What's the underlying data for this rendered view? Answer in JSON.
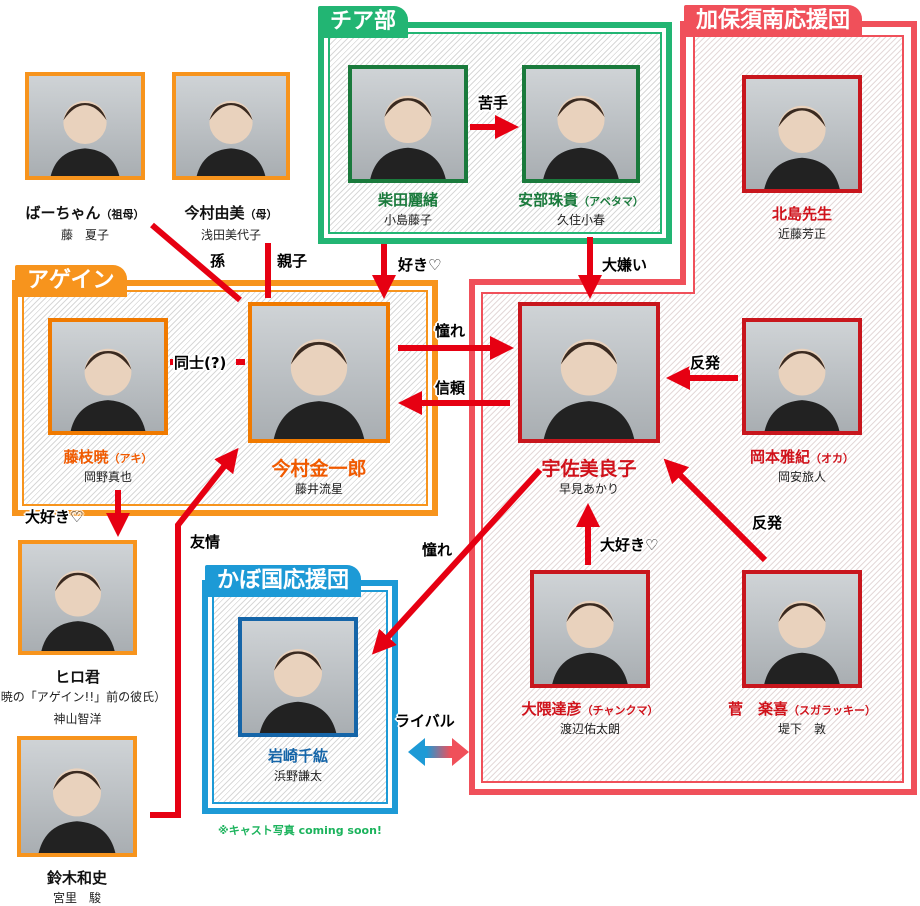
{
  "colors": {
    "cheer": "#22b573",
    "kahosu": "#f0505a",
    "again": "#f7941d",
    "kabo": "#1d9ad6",
    "arrow": "#e60012",
    "again_name": "#f05a00",
    "cheer_name": "#1a7a3c",
    "kahosu_name": "#d0121b",
    "kabo_name": "#1565a8"
  },
  "groups": {
    "cheer": "チア部",
    "kahosu": "加保須南応援団",
    "again": "アゲイン",
    "kabo": "かぼ国応援団"
  },
  "persons": [
    {
      "id": "baachan",
      "name": "ばーちゃん",
      "role": "（祖母）",
      "actor": "藤　夏子",
      "group": "family"
    },
    {
      "id": "yumi",
      "name": "今村由美",
      "role": "（母）",
      "actor": "浅田美代子",
      "group": "family"
    },
    {
      "id": "shibata",
      "name": "柴田麗緒",
      "role": "",
      "actor": "小島藤子",
      "group": "cheer"
    },
    {
      "id": "abe",
      "name": "安部珠貴",
      "role": "（アベタマ）",
      "actor": "久住小春",
      "group": "cheer"
    },
    {
      "id": "kitajima",
      "name": "北島先生",
      "role": "",
      "actor": "近藤芳正",
      "group": "kahosu"
    },
    {
      "id": "aki",
      "name": "藤枝暁",
      "role": "（アキ）",
      "actor": "岡野真也",
      "group": "again"
    },
    {
      "id": "kinichiro",
      "name": "今村金一郎",
      "role": "",
      "actor": "藤井流星",
      "group": "again"
    },
    {
      "id": "usami",
      "name": "宇佐美良子",
      "role": "",
      "actor": "早見あかり",
      "group": "kahosu"
    },
    {
      "id": "okamoto",
      "name": "岡本雅紀",
      "role": "（オカ）",
      "actor": "岡安旅人",
      "group": "kahosu"
    },
    {
      "id": "hiro",
      "name": "ヒロ君",
      "role": "",
      "note": "（暁の「アゲイン!!」前の彼氏）",
      "actor": "神山智洋",
      "group": "family"
    },
    {
      "id": "suzuki",
      "name": "鈴木和史",
      "role": "",
      "actor": "宮里　駿",
      "group": "family"
    },
    {
      "id": "iwasaki",
      "name": "岩崎千紘",
      "role": "",
      "actor": "浜野謙太",
      "group": "kabo"
    },
    {
      "id": "okuma",
      "name": "大隈達彦",
      "role": "（チャンクマ）",
      "actor": "渡辺佑太朗",
      "group": "kahosu"
    },
    {
      "id": "suga",
      "name": "菅　楽喜",
      "role": "（スガラッキー）",
      "actor": "堤下　敦",
      "group": "kahosu"
    }
  ],
  "relations": {
    "nigate": "苦手",
    "suki": "好き♡",
    "daikirai": "大嫌い",
    "mago": "孫",
    "oyako": "親子",
    "akogare1": "憧れ",
    "shinrai": "信頼",
    "doushi": "同士(?)",
    "hanpatsu1": "反発",
    "daisuki1": "大好き♡",
    "yuujou": "友情",
    "akogare2": "憧れ",
    "daisuki2": "大好き♡",
    "hanpatsu2": "反発",
    "rival": "ライバル"
  },
  "note": "※キャスト写真 coming soon!"
}
